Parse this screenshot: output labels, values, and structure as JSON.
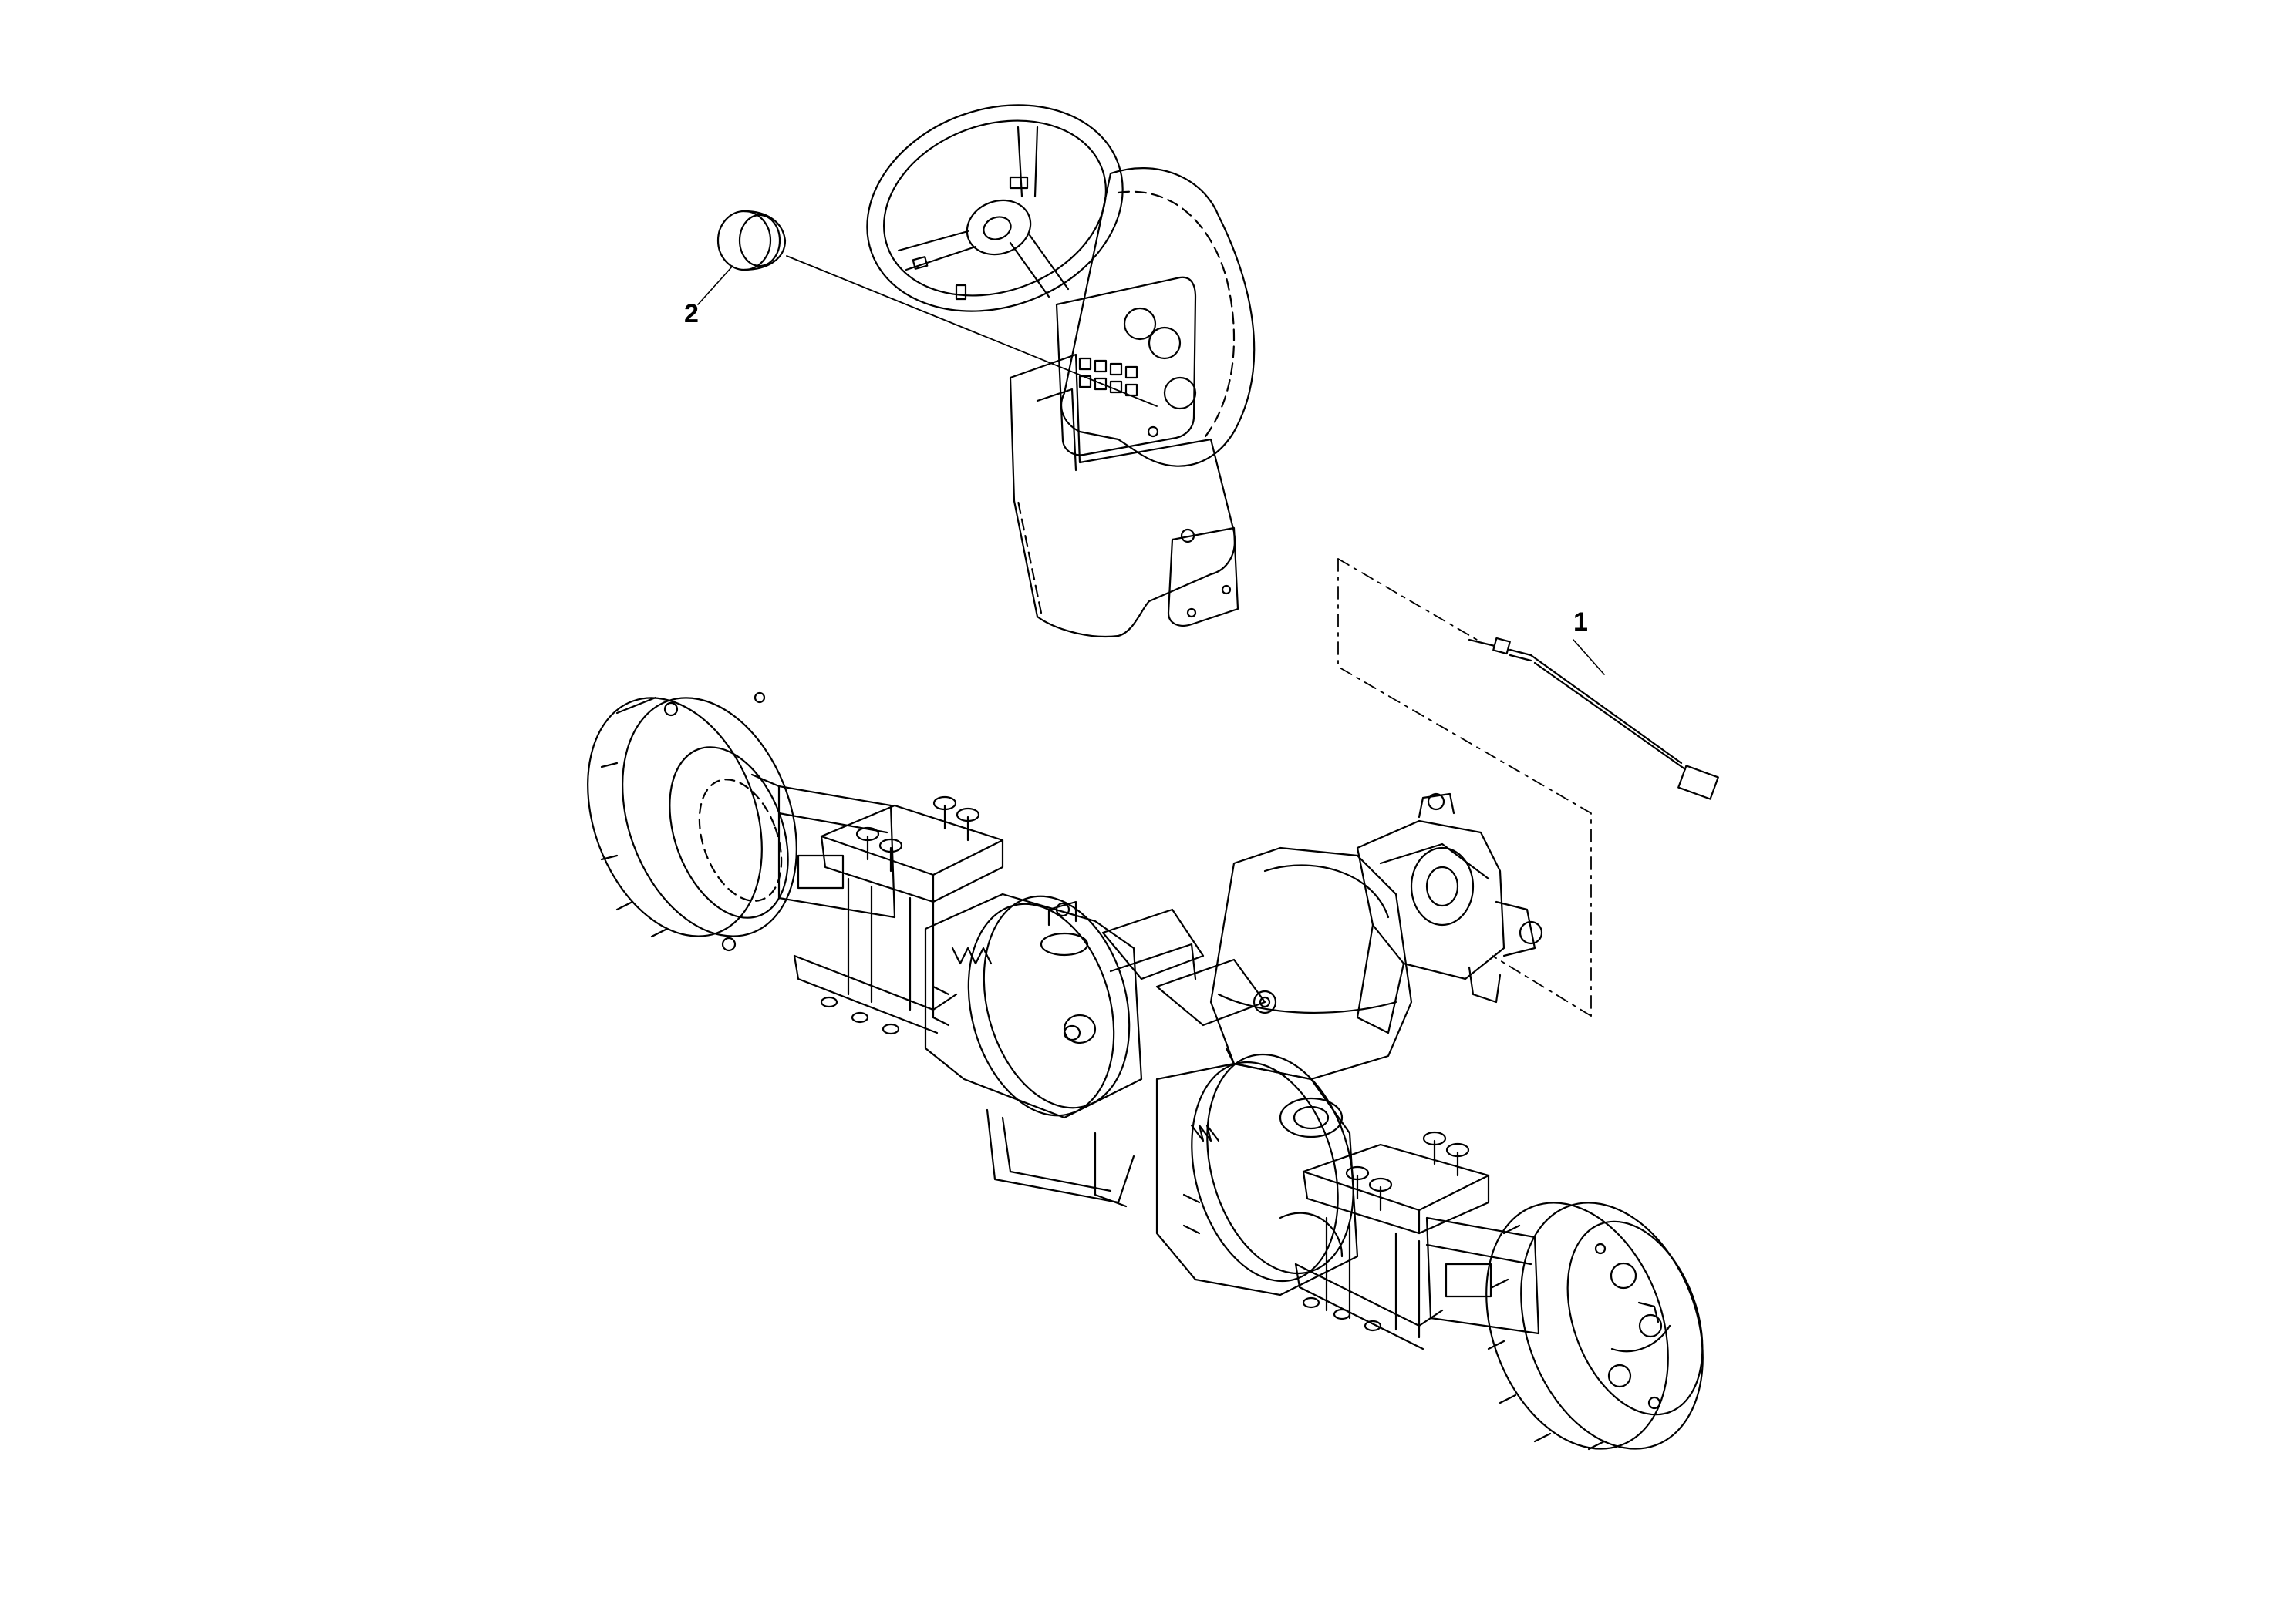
{
  "diagram": {
    "type": "exploded-parts-illustration",
    "callouts": [
      {
        "id": "1",
        "label": "1",
        "part": "sensor-cable"
      },
      {
        "id": "2",
        "label": "2",
        "part": "cap"
      }
    ],
    "colors": {
      "line": "#000000",
      "background": "#ffffff"
    }
  }
}
